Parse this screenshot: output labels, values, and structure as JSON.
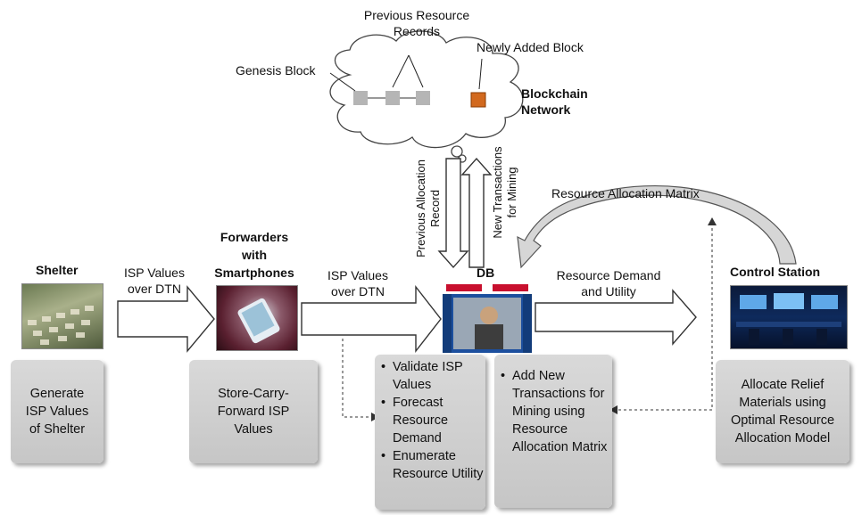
{
  "cloud": {
    "previous_resource_records": "Previous Resource\nRecords",
    "newly_added_block": "Newly Added Block",
    "genesis_block": "Genesis Block",
    "network_label": "Blockchain\nNetwork"
  },
  "vertical": {
    "previous_allocation_record": "Previous Allocation\nRecord",
    "new_transactions": "New Transactions\nfor Mining"
  },
  "resource_allocation_matrix": "Resource Allocation Matrix",
  "nodes": {
    "shelter": "Shelter",
    "forwarders": "Forwarders\nwith\nSmartphones",
    "db": "DB",
    "control_station": "Control Station"
  },
  "arrows": {
    "isp_1": "ISP Values\nover DTN",
    "isp_2": "ISP Values\nover DTN",
    "demand": "Resource Demand\nand Utility"
  },
  "panels": {
    "shelter": "Generate\nISP Values\nof Shelter",
    "forwarders": "Store-Carry-\nForward ISP\nValues",
    "db_items": [
      "Validate ISP Values",
      "Forecast Resource Demand",
      "Enumerate Resource Utility"
    ],
    "mining_items": [
      "Add New Transactions for Mining using Resource Allocation Matrix"
    ],
    "control": "Allocate Relief\nMaterials using\nOptimal Resource\nAllocation Model"
  },
  "colors": {
    "new_block": "#d2691e",
    "old_block": "#b5b5b5",
    "panel": "#cfcfcf"
  }
}
